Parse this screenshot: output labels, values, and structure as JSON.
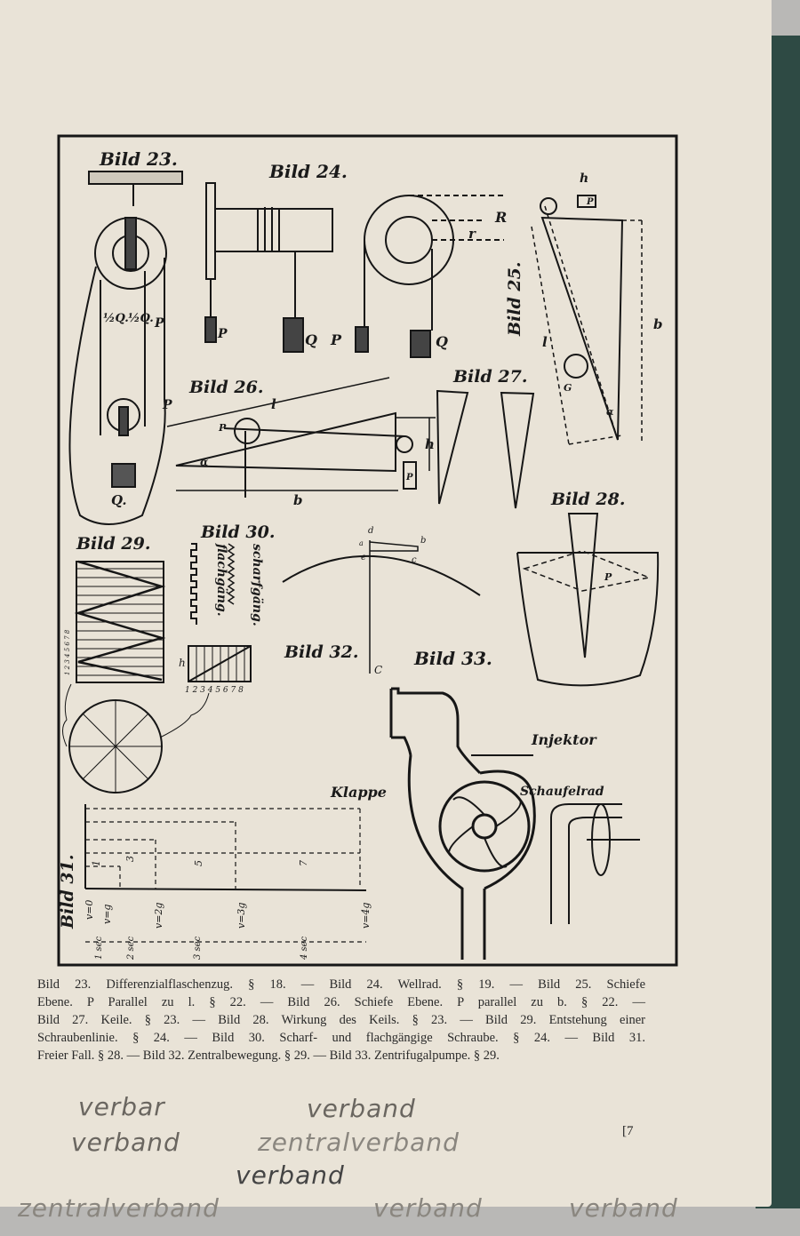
{
  "figures": {
    "bild23": {
      "title": "Bild 23.",
      "half_q_left": "½Q.",
      "half_q_right": "½Q.",
      "p_top": "P",
      "p_arrow": "P",
      "q": "Q."
    },
    "bild24": {
      "title": "Bild 24.",
      "p_left": "P",
      "q_mid": "Q",
      "p_mid": "P",
      "q_right": "Q",
      "big_r": "R",
      "small_r": "r"
    },
    "bild25": {
      "title": "Bild 25.",
      "p": "P",
      "h": "h",
      "l": "l",
      "b": "b",
      "g": "G",
      "alpha": "α"
    },
    "bild26": {
      "title": "Bild 26.",
      "l": "l",
      "b_bottom": "b",
      "h": "h",
      "p_left": "P",
      "p_right": "P",
      "alpha": "α"
    },
    "bild27": {
      "title": "Bild 27."
    },
    "bild28": {
      "title": "Bild 28.",
      "p": "P"
    },
    "bild29": {
      "title": "Bild 29.",
      "numbers": "1 2 3 4 5 6 7 8"
    },
    "bild30": {
      "title": "Bild 30.",
      "flat": "flachgäng.",
      "sharp": "scharfgäng.",
      "h": "h",
      "scale": "1 2 3 4 5 6 7 8"
    },
    "bild31": {
      "title": "Bild 31.",
      "v0": "v=0",
      "v1": "v=g",
      "v2": "v=2g",
      "v3": "v=3g",
      "v4": "v=4g",
      "t1": "1 sec",
      "t2": "2 sec",
      "t3": "3 sec",
      "t4": "4 sec",
      "s1": "1",
      "s3": "3",
      "s5": "5",
      "s7": "7"
    },
    "bild32": {
      "title": "Bild 32.",
      "a": "a",
      "b": "b",
      "c": "c",
      "d": "d",
      "e": "e",
      "center": "C"
    },
    "bild33": {
      "title": "Bild 33.",
      "injector": "Injektor",
      "impeller": "Schaufelrad",
      "flap": "Klappe"
    }
  },
  "caption": [
    "Bild 23. Differenzialflaschenzug. § 18. — Bild 24. Wellrad. § 19. — Bild 25. Schiefe",
    "Ebene. P Parallel zu l. § 22. — Bild 26. Schiefe Ebene. P parallel zu b. § 22. —",
    "Bild 27. Keile. § 23. — Bild 28. Wirkung des Keils. § 23. — Bild 29. Entstehung einer",
    "Schraubenlinie. § 24. — Bild 30. Scharf- und flachgängige Schraube. § 24. — Bild 31.",
    "Freier Fall. § 28. — Bild 32. Zentralbewegung. § 29. — Bild 33. Zentrifugalpumpe. § 29."
  ],
  "page_number": "[7",
  "handwriting": [
    "verbar",
    "verband",
    "verband",
    "zentralverband",
    "verband",
    "zentralverband",
    "verband",
    "verband"
  ]
}
